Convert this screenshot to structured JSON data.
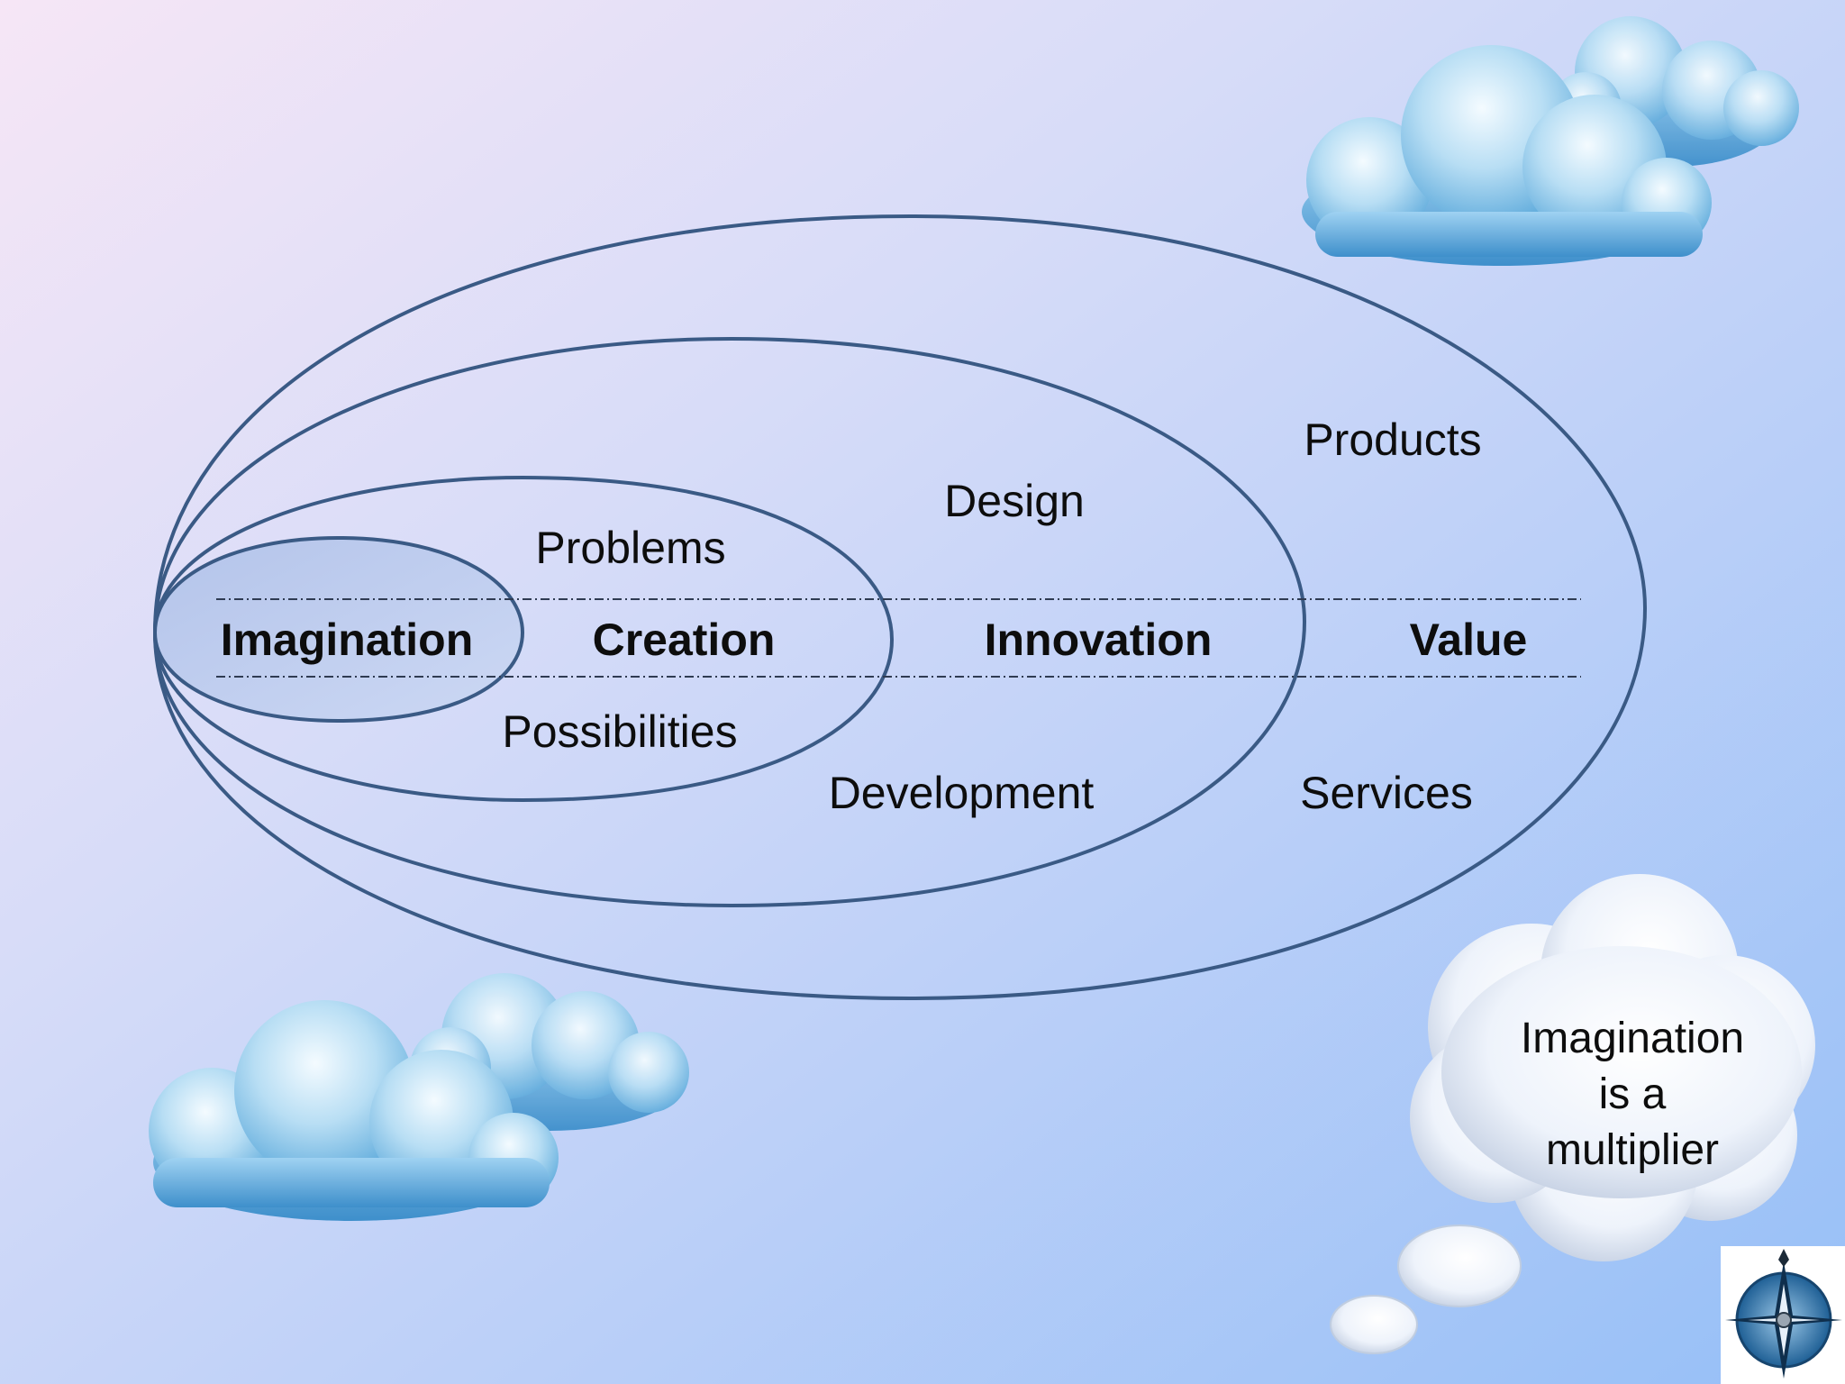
{
  "diagram": {
    "stages": [
      {
        "label": "Imagination"
      },
      {
        "label": "Creation"
      },
      {
        "label": "Innovation"
      },
      {
        "label": "Value"
      }
    ],
    "upper_terms": [
      {
        "label": "Problems"
      },
      {
        "label": "Design"
      },
      {
        "label": "Products"
      }
    ],
    "lower_terms": [
      {
        "label": "Possibilities"
      },
      {
        "label": "Development"
      },
      {
        "label": "Services"
      }
    ]
  },
  "thought_bubble": {
    "lines": [
      "Imagination",
      "is a",
      "multiplier"
    ]
  },
  "logo": {
    "icon": "compass-rose-icon"
  },
  "colors": {
    "ellipse_stroke": "#3a5a85",
    "background_top_left": "#f6e6f6",
    "background_bottom_right": "#96bff7",
    "text": "#0d0d0d"
  }
}
